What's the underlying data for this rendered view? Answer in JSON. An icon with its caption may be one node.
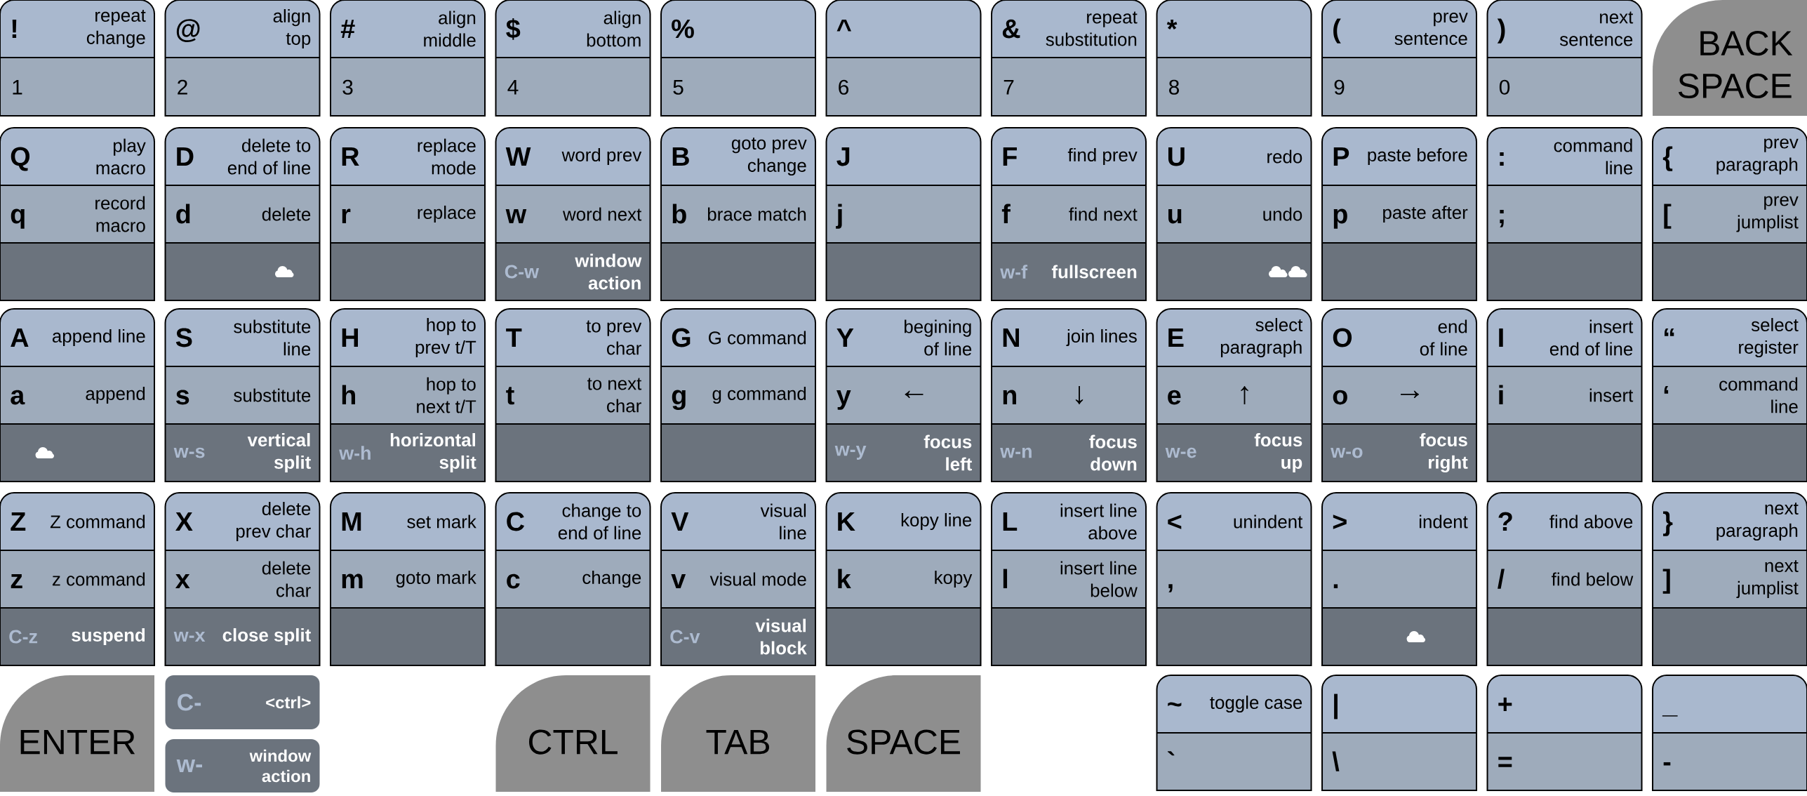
{
  "diagram": {
    "nodes": [
      {
        "text": [
          "!",
          "repeat change",
          "1"
        ]
      },
      {
        "text": [
          "@",
          "align top",
          "2"
        ]
      },
      {
        "text": [
          "#",
          "align middle",
          "3"
        ]
      },
      {
        "text": [
          "$",
          "align bottom",
          "4"
        ]
      },
      {
        "text": [
          "%",
          "5"
        ]
      },
      {
        "text": [
          "^",
          "6"
        ]
      },
      {
        "text": [
          "&",
          "repeat substitution",
          "7"
        ]
      },
      {
        "text": [
          "*",
          "8"
        ]
      },
      {
        "text": [
          "(",
          "prev sentence",
          "9"
        ]
      },
      {
        "text": [
          ")",
          "next sentence",
          "0"
        ]
      },
      {
        "text": [
          "BACK SPACE"
        ]
      },
      {
        "text": [
          "Q",
          "play macro",
          "q",
          "record macro"
        ]
      },
      {
        "text": [
          "D",
          "delete to end of line",
          "d",
          "delete"
        ]
      },
      {
        "text": [
          "R",
          "replace mode",
          "r",
          "replace"
        ]
      },
      {
        "text": [
          "W",
          "word prev",
          "w",
          "word next",
          "C-w",
          "window action"
        ]
      },
      {
        "text": [
          "B",
          "goto prev change",
          "b",
          "brace match"
        ]
      },
      {
        "text": [
          "J",
          "j"
        ]
      },
      {
        "text": [
          "F",
          "find prev",
          "f",
          "find next",
          "w-f",
          "fullscreen"
        ]
      },
      {
        "text": [
          "U",
          "redo",
          "u",
          "undo"
        ]
      },
      {
        "text": [
          "P",
          "paste before",
          "p",
          "paste after"
        ]
      },
      {
        "text": [
          ":",
          "command line",
          ";"
        ]
      },
      {
        "text": [
          "{",
          "prev paragraph",
          "[",
          "prev jumplist"
        ]
      },
      {
        "text": [
          "A",
          "append line",
          "a",
          "append"
        ]
      },
      {
        "text": [
          "S",
          "substitute line",
          "s",
          "substitute",
          "w-s",
          "vertical split"
        ]
      },
      {
        "text": [
          "H",
          "hop to prev t/T",
          "h",
          "hop to next t/T",
          "w-h",
          "horizontal split"
        ]
      },
      {
        "text": [
          "T",
          "to prev char",
          "t",
          "to next char"
        ]
      },
      {
        "text": [
          "G",
          "G command",
          "g",
          "g command"
        ]
      },
      {
        "text": [
          "Y",
          "begining of line",
          "y",
          "←",
          "w-y",
          "focus left"
        ]
      },
      {
        "text": [
          "N",
          "join lines",
          "n",
          "↓",
          "w-n",
          "focus down"
        ]
      },
      {
        "text": [
          "E",
          "select paragraph",
          "e",
          "↑",
          "w-e",
          "focus up"
        ]
      },
      {
        "text": [
          "O",
          "end of line",
          "o",
          "→",
          "w-o",
          "focus right"
        ]
      },
      {
        "text": [
          "I",
          "insert end of line",
          "i",
          "insert"
        ]
      },
      {
        "text": [
          "“",
          "select register",
          "‘",
          "command line"
        ]
      },
      {
        "text": [
          "Z",
          "Z command",
          "z",
          "z command",
          "C-z",
          "suspend"
        ]
      },
      {
        "text": [
          "X",
          "delete prev char",
          "x",
          "delete char",
          "w-x",
          "close split"
        ]
      },
      {
        "text": [
          "M",
          "set mark",
          "m",
          "goto mark"
        ]
      },
      {
        "text": [
          "C",
          "change to end of line",
          "c",
          "change"
        ]
      },
      {
        "text": [
          "V",
          "visual line",
          "v",
          "visual mode",
          "C-v",
          "visual block"
        ]
      },
      {
        "text": [
          "K",
          "kopy line",
          "k",
          "kopy"
        ]
      },
      {
        "text": [
          "L",
          "insert line above",
          "l",
          "insert line below"
        ]
      },
      {
        "text": [
          "<",
          "unindent",
          ","
        ]
      },
      {
        "text": [
          ">",
          "indent",
          "."
        ]
      },
      {
        "text": [
          "?",
          "find above",
          "/",
          "find below"
        ]
      },
      {
        "text": [
          "}",
          "next paragraph",
          "]",
          "next jumplist"
        ]
      },
      {
        "text": [
          "ENTER"
        ]
      },
      {
        "text": [
          "C-",
          "<ctrl>"
        ]
      },
      {
        "text": [
          "w-",
          "window action"
        ]
      },
      {
        "text": [
          "CTRL"
        ]
      },
      {
        "text": [
          "TAB"
        ]
      },
      {
        "text": [
          "SPACE"
        ]
      },
      {
        "text": [
          "~",
          "toggle case",
          "`"
        ]
      },
      {
        "text": [
          "|",
          "\\"
        ]
      },
      {
        "text": [
          "+",
          "="
        ]
      },
      {
        "text": [
          "_",
          "-"
        ]
      }
    ]
  }
}
